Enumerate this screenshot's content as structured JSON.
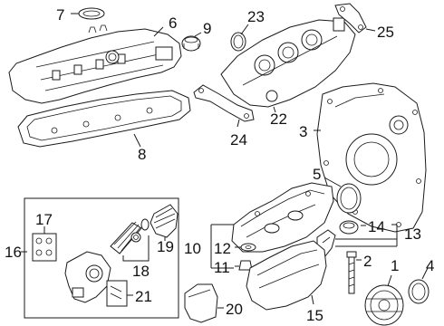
{
  "diagram": {
    "callouts": {
      "c1": "1",
      "c2": "2",
      "c3": "3",
      "c4": "4",
      "c5": "5",
      "c6": "6",
      "c7": "7",
      "c8": "8",
      "c9": "9",
      "c10": "10",
      "c11": "11",
      "c12": "12",
      "c13": "13",
      "c14": "14",
      "c15": "15",
      "c16": "16",
      "c17": "17",
      "c18": "18",
      "c19": "19",
      "c20": "20",
      "c21": "21",
      "c22": "22",
      "c23": "23",
      "c24": "24",
      "c25": "25"
    }
  }
}
